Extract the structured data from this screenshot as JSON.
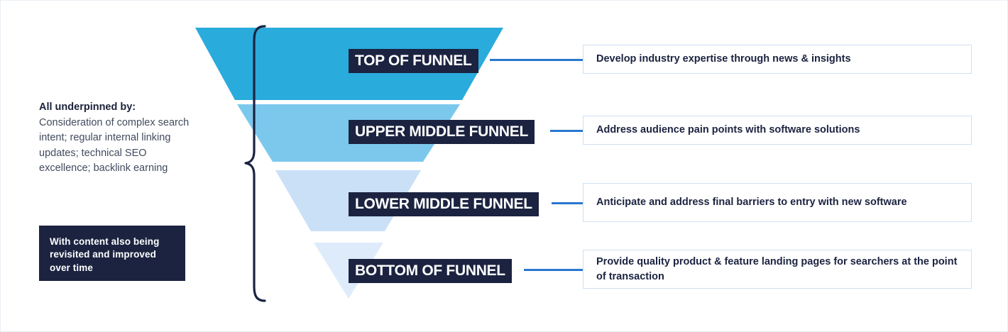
{
  "colors": {
    "stage_1": "#29abdc",
    "stage_2": "#7cc8ed",
    "stage_3": "#c9e0f7",
    "stage_4": "#deebfa",
    "navy": "#1b2340",
    "connector_blue": "#2878d0",
    "box_border": "#cfe0f2",
    "body_text": "#414b5e",
    "page_background": "#ffffff"
  },
  "left_panel": {
    "underpinned_heading": "All underpinned by:",
    "underpinned_body": "Consideration of complex search intent; regular internal linking updates; technical SEO excellence; backlink earning",
    "navy_note": "With content also being revisited and improved over time"
  },
  "funnel": {
    "brace_icon": "curly-brace-icon",
    "stages": [
      {
        "label": "TOP OF FUNNEL",
        "description": "Develop industry expertise through news & insights",
        "color": "#29abdc"
      },
      {
        "label": "UPPER MIDDLE FUNNEL",
        "description": "Address audience pain points with software solutions",
        "color": "#7cc8ed"
      },
      {
        "label": "LOWER MIDDLE FUNNEL",
        "description": "Anticipate and address final barriers to entry with new software",
        "color": "#c9e0f7"
      },
      {
        "label": "BOTTOM OF FUNNEL",
        "description": "Provide quality product & feature landing pages for searchers at the point of transaction",
        "color": "#deebfa"
      }
    ]
  }
}
